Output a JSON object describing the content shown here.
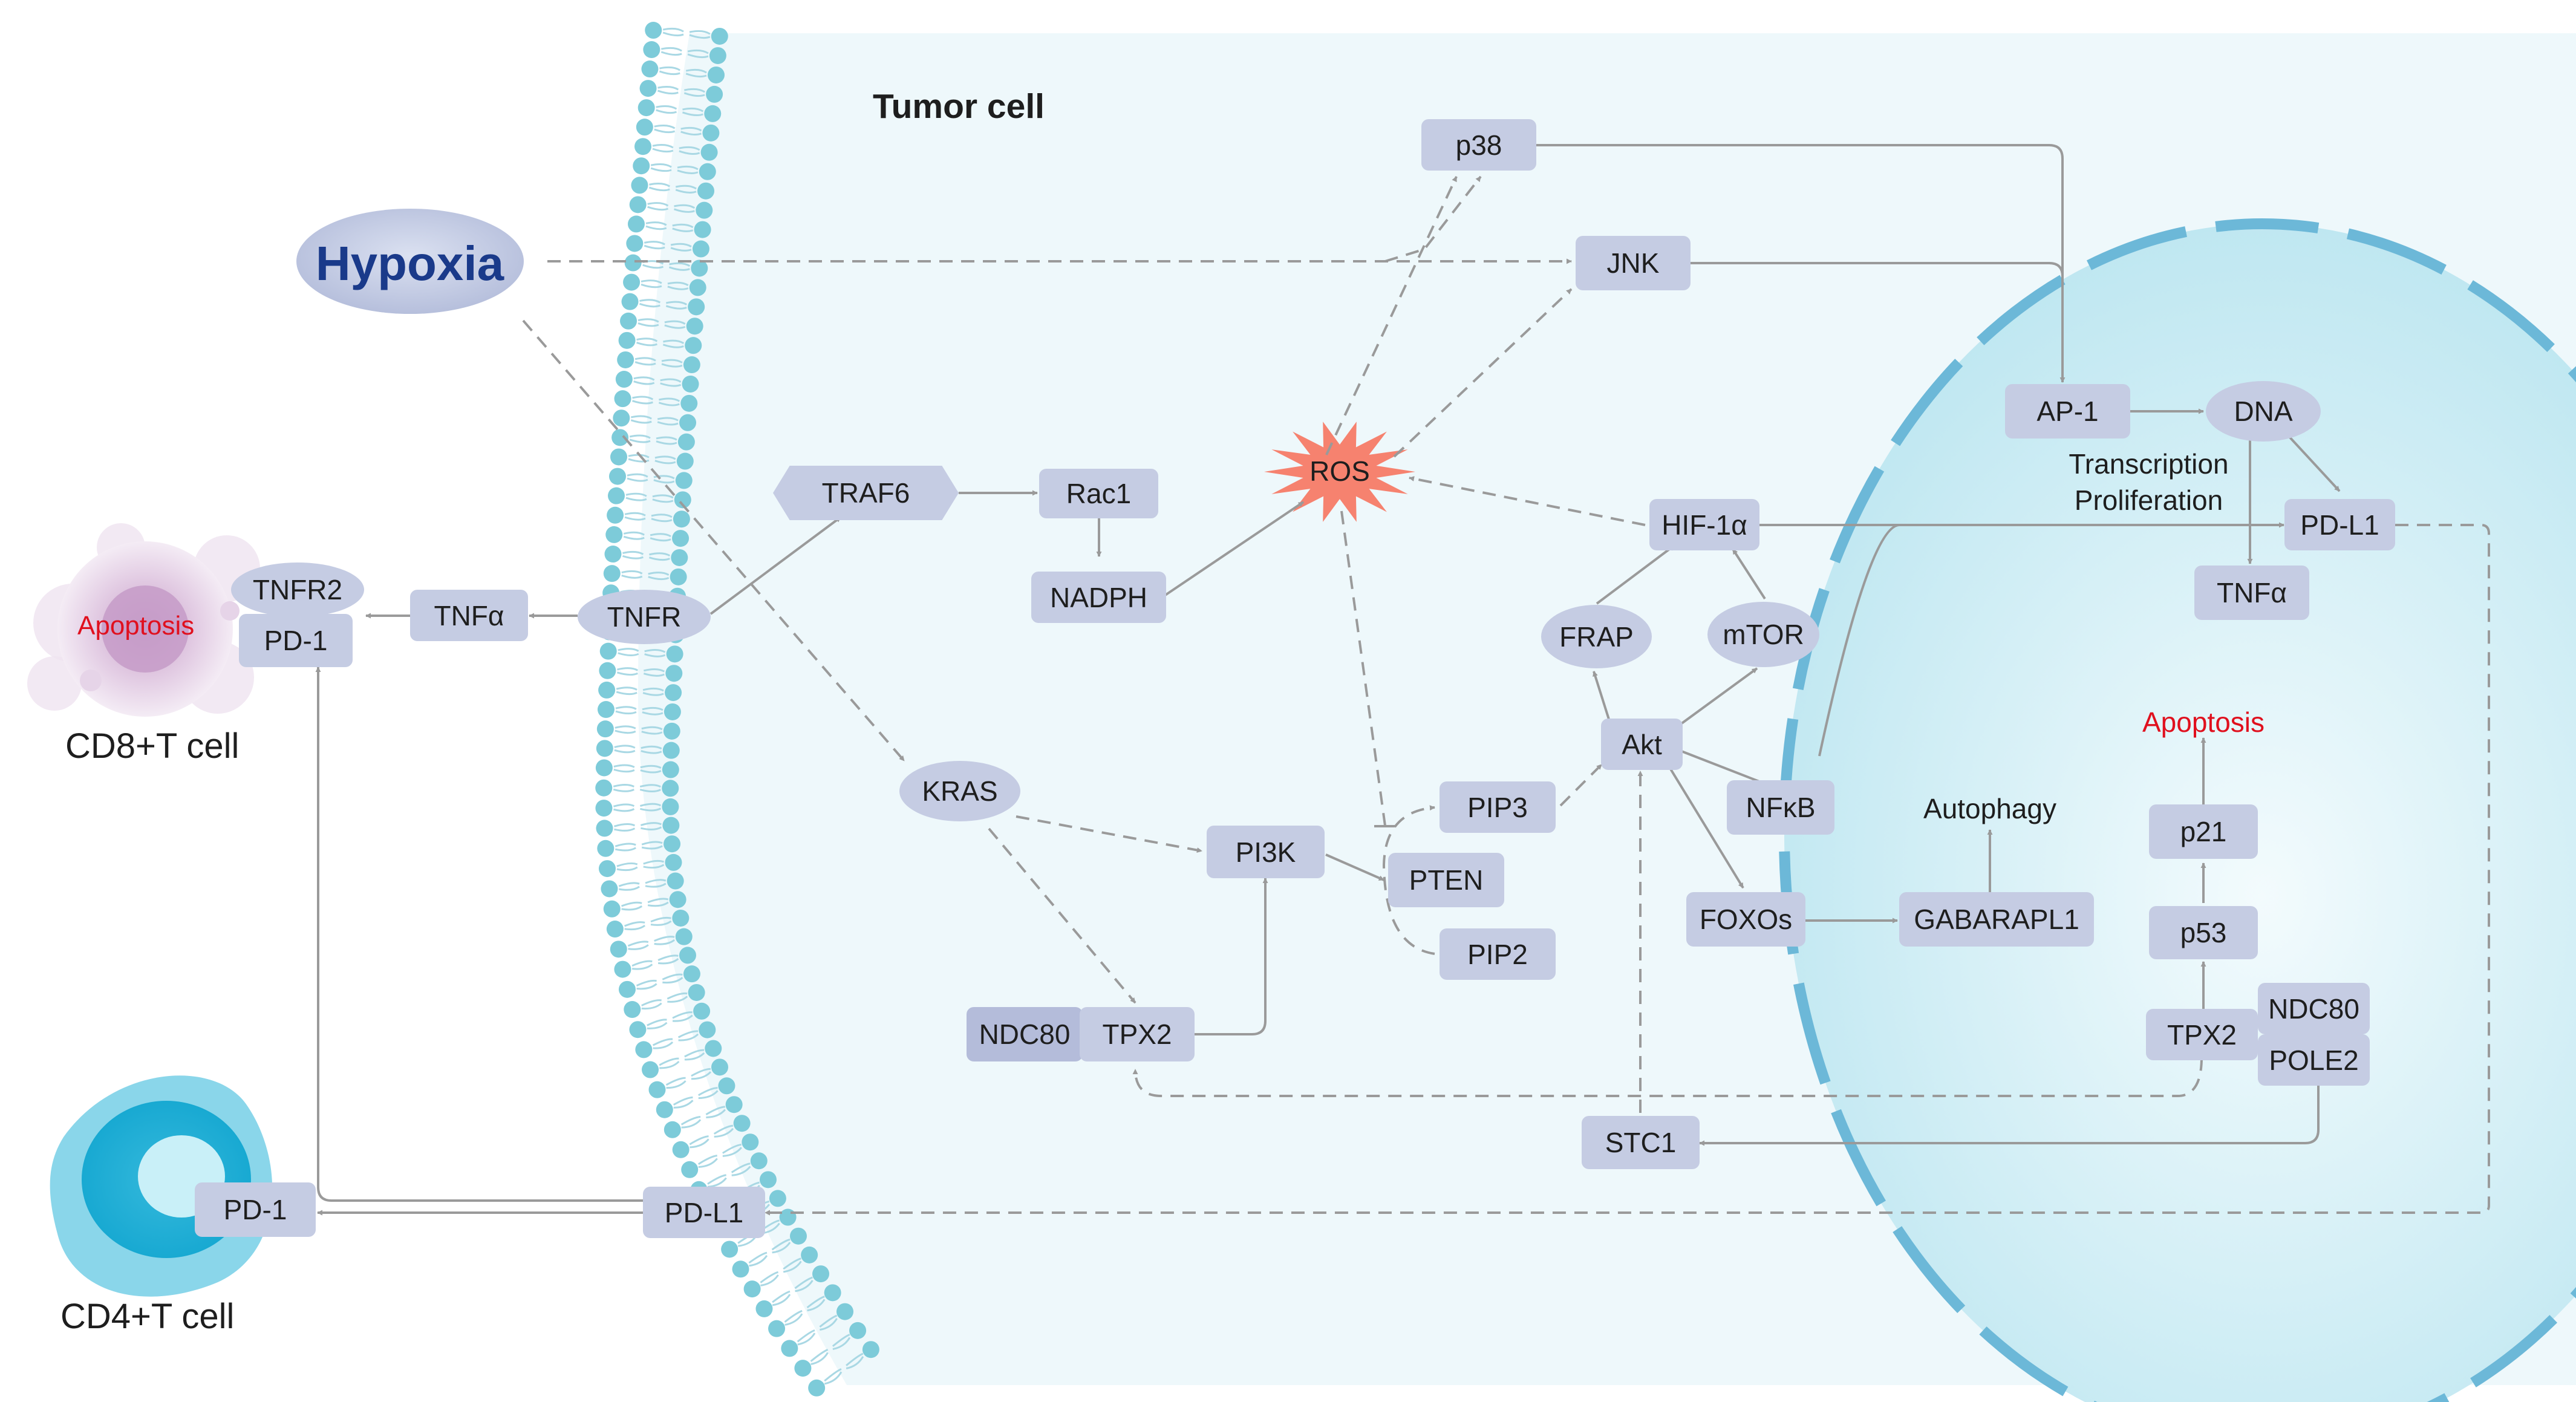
{
  "colors": {
    "node_fill": "#c5cce3",
    "node_fill_dark": "#b4bcda",
    "cell_background": "#eef8fb",
    "membrane_head": "#7dcbd9",
    "nucleus_fill": "#c2e9f2",
    "nucleus_border": "#6cb8d8",
    "arrow_gray": "#9a9a9a",
    "hypoxia_text": "#1a3a8a",
    "apoptosis_red": "#e0101e"
  },
  "labels": {
    "tumor_cell": "Tumor cell",
    "hypoxia": "Hypoxia",
    "cd8": "CD8+T cell",
    "cd4": "CD4+T cell",
    "apoptosis_cd8": "Apoptosis",
    "apoptosis_nucleus": "Apoptosis",
    "autophagy": "Autophagy",
    "transcription": "Transcription",
    "proliferation": "Proliferation"
  },
  "nodes": {
    "tnfr2": "TNFR2",
    "pd1_cd8": "PD-1",
    "tnfa_ext": "TNFα",
    "tnfr": "TNFR",
    "traf6": "TRAF6",
    "rac1": "Rac1",
    "nadph": "NADPH",
    "ros": "ROS",
    "p38": "p38",
    "jnk": "JNK",
    "hif1a": "HIF-1α",
    "frap": "FRAP",
    "mtor": "mTOR",
    "akt": "Akt",
    "nfkb": "NFκB",
    "foxos": "FOXOs",
    "gabarapl1": "GABARAPL1",
    "kras": "KRAS",
    "pi3k": "PI3K",
    "pip3": "PIP3",
    "pten": "PTEN",
    "pip2": "PIP2",
    "ndc80_cyto": "NDC80",
    "tpx2_cyto": "TPX2",
    "stc1": "STC1",
    "pdl1_membrane": "PD-L1",
    "pd1_cd4": "PD-1",
    "ap1": "AP-1",
    "dna": "DNA",
    "pdl1_nucleus": "PD-L1",
    "tnfa_nucleus": "TNFα",
    "p21": "p21",
    "p53": "p53",
    "tpx2_nucleus": "TPX2",
    "ndc80_nucleus": "NDC80",
    "pole2": "POLE2"
  }
}
